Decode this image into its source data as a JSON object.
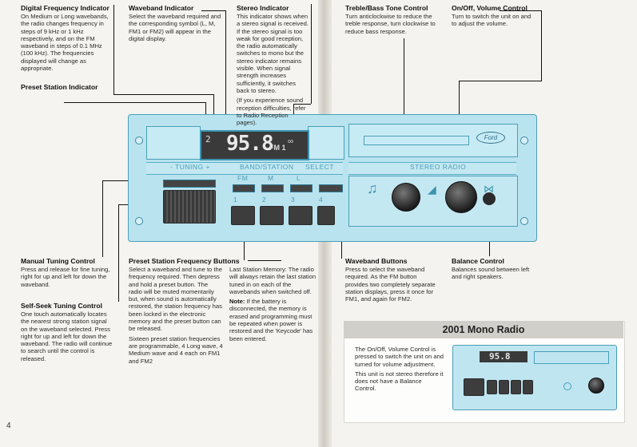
{
  "page_number": "4",
  "annotations": {
    "digital_frequency": {
      "title": "Digital Frequency Indicator",
      "text": "On Medium or Long wavebands, the radio changes frequency in steps of 9 kHz or 1 kHz respectively, and on the FM waveband in steps of 0.1 MHz (100 kHz). The frequencies displayed will change as appropriate."
    },
    "preset_station": {
      "title": "Preset Station Indicator"
    },
    "waveband_indicator": {
      "title": "Waveband Indicator",
      "text": "Select the waveband required and the corresponding symbol (L, M, FM1 or FM2) will appear in the digital display."
    },
    "stereo_indicator": {
      "title": "Stereo Indicator",
      "text": "This indicator shows when a stereo signal is received. If the stereo signal is too weak for good reception, the radio automatically switches to mono but the stereo indicator remains visible. When signal strength increases sufficiently, it switches back to stereo.",
      "text2": "(If you experience sound reception difficulties, refer to Radio Reception pages)."
    },
    "treble_bass": {
      "title": "Treble/Bass Tone Control",
      "text": "Turn anticlockwise to reduce the treble response, turn clockwise to reduce bass response."
    },
    "on_off_volume": {
      "title": "On/Off, Volume Control",
      "text": "Turn to switch the unit on and to adjust the volume."
    },
    "manual_tuning": {
      "title": "Manual Tuning Control",
      "text": "Press and release for fine tuning, right for up and left for down the waveband."
    },
    "self_seek": {
      "title": "Self-Seek Tuning Control",
      "text": "One touch automatically locates the nearest strong station signal on the waveband selected. Press right for up and left for down the waveband. The radio will continue to search until the control is released."
    },
    "preset_buttons": {
      "title": "Preset Station Frequency Buttons",
      "text1": "Select a waveband and tune to the frequency required. Then depress and hold a preset button. The radio will be muted momentarily but, when sound is automatically restored, the station frequency has been locked in the electronic memory and the preset button can be released.",
      "text2": "Sixteen preset station frequencies are programmable, 4 Long wave, 4 Medium wave and 4 each on FM1 and FM2",
      "text3": "Last Station Memory: The radio will always retain the last station tuned in on each of the wavebands when switched off.",
      "note_label": "Note:",
      "note_text": "If the battery is disconnected, the memory is erased and programming must be repeated when power is restored and the 'Keycode' has been entered."
    },
    "waveband_buttons": {
      "title": "Waveband Buttons",
      "text": "Press to select the waveband required. As the FM button provides two completely separate station displays, press it once for FM1, and again for FM2."
    },
    "balance": {
      "title": "Balance Control",
      "text": "Balances sound between left and right speakers."
    }
  },
  "radio": {
    "display_preset": "2",
    "display_freq": "95.8",
    "display_band": "FM 1",
    "display_stereo": "∞",
    "tuning_label": "- TUNING +",
    "band_station_label": "BAND/STATION",
    "select_label": "SELECT",
    "stereo_radio_label": "STEREO RADIO",
    "band_buttons": [
      "FM",
      "M",
      "L"
    ],
    "preset_numbers": [
      "1",
      "2",
      "3",
      "4"
    ],
    "brand": "Ford"
  },
  "mono_section": {
    "title": "2001 Mono Radio",
    "text1": "The On/Off, Volume Control is pressed to switch the unit on and turned for volume adjustment.",
    "text2": "This unit is not stereo therefore it does not have a Balance Control.",
    "mini_display": "95.8"
  },
  "colors": {
    "radio_fill": "#b9e3ef",
    "radio_line": "#4a9fb8",
    "display": "#3a3a3a"
  }
}
